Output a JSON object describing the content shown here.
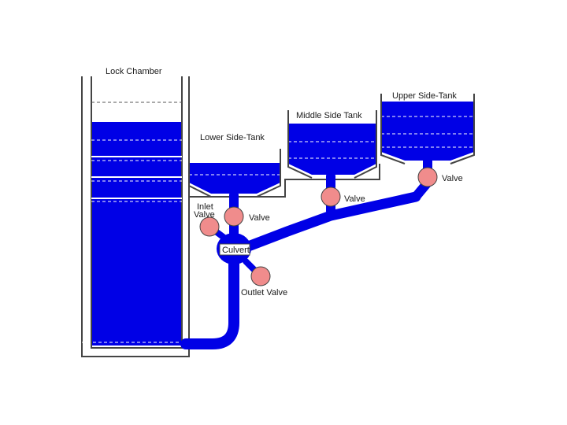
{
  "labels": {
    "lock_chamber": "Lock Chamber",
    "lower_side_tank": "Lower Side-Tank",
    "middle_side_tank": "Middle Side Tank",
    "upper_side_tank": "Upper Side-Tank",
    "valve_lower": "Valve",
    "valve_middle": "Valve",
    "valve_upper": "Valve",
    "inlet_valve_line1": "Inlet",
    "inlet_valve_line2": "Valve",
    "culvert": "Culvert",
    "outlet_valve": "Outlet Valve"
  },
  "colors": {
    "water": "#0000e6",
    "valve": "#f08c8c",
    "wall": "#444444",
    "dash": "#ffffff"
  }
}
